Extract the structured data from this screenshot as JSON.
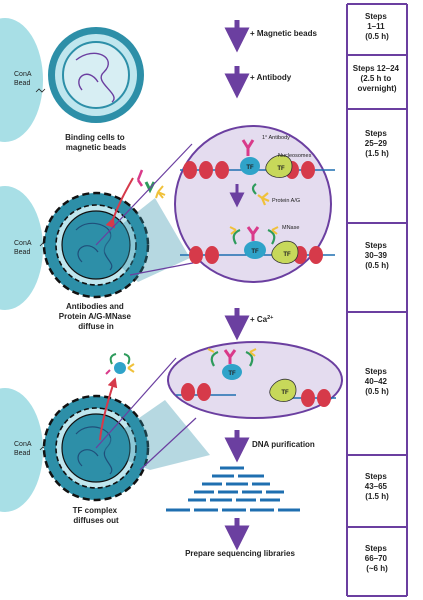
{
  "colors": {
    "bead": "#a8dfe6",
    "cell_dark": "#2d8fa8",
    "cell_light": "#bfe6ee",
    "nucleus_fill": "#d7eef3",
    "step_box": "#6b3fa0",
    "zoom_fill": "#e4dcef",
    "arrow": "#6b3fa0",
    "nucleosome": "#d63a4a",
    "dna": "#1f6fb0",
    "tf": "#2fa3c9",
    "tf2": "#c7d85a",
    "antibody": "#d93a8a",
    "protein_ag": "#f0c13a",
    "mnase": "#2e9b5c",
    "fragments": "#1f6fb0"
  },
  "bead_labels": [
    "ConA\nBead",
    "ConA\nBead",
    "ConA\nBead"
  ],
  "cell_captions": {
    "c1": [
      "Binding cells to",
      "magnetic beads"
    ],
    "c2": [
      "Antibodies and",
      "Protein A/G-MNase",
      "diffuse in"
    ],
    "c3": [
      "TF complex",
      "diffuses out"
    ]
  },
  "flow_steps": [
    "+ Magnetic beads",
    "+ Antibody",
    "+ Ca",
    "2+",
    "DNA purification",
    "Prepare sequencing libraries"
  ],
  "zoom_labels": {
    "antibody": "1° Antibody",
    "nucleosomes": "Nucleosomes",
    "protein_ag": "Protein A/G",
    "mnase": "MNase",
    "tf": "TF"
  },
  "steps": [
    {
      "lines": [
        "Steps",
        "1–11",
        "(0.5 h)"
      ]
    },
    {
      "lines": [
        "Steps 12–24",
        "(2.5 h to",
        "overnight)"
      ]
    },
    {
      "lines": [
        "Steps",
        "25–29",
        "(1.5 h)"
      ]
    },
    {
      "lines": [
        "Steps",
        "30–39",
        "(0.5 h)"
      ]
    },
    {
      "lines": [
        "Steps",
        "40–42",
        "(0.5 h)"
      ]
    },
    {
      "lines": [
        "Steps",
        "43–65",
        "(1.5 h)"
      ]
    },
    {
      "lines": [
        "Steps",
        "66–70",
        "(~6 h)"
      ]
    }
  ]
}
